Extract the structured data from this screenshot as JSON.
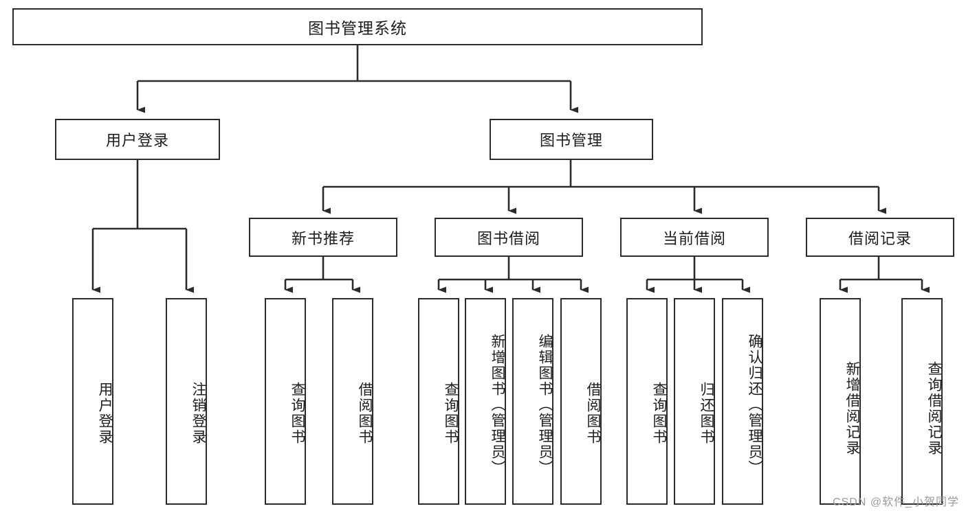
{
  "diagram": {
    "title": "图书管理系统",
    "type": "tree-hierarchy",
    "watermark": "CSDN @软件_小贺同学",
    "colors": {
      "border": "#2b2b2b",
      "text": "#1d1d1d",
      "background": "#ffffff",
      "watermark": "#9a9a9a"
    },
    "levels": {
      "root": {
        "label": "图书管理系统"
      },
      "level2": [
        {
          "label": "用户登录"
        },
        {
          "label": "图书管理"
        }
      ],
      "level3": [
        {
          "label": "新书推荐"
        },
        {
          "label": "图书借阅"
        },
        {
          "label": "当前借阅"
        },
        {
          "label": "借阅记录"
        }
      ],
      "leaves": [
        {
          "label": "用户登录",
          "parent": "用户登录"
        },
        {
          "label": "注销登录",
          "parent": "用户登录"
        },
        {
          "label": "查询图书",
          "parent": "新书推荐"
        },
        {
          "label": "借阅图书",
          "parent": "新书推荐"
        },
        {
          "label": "查询图书",
          "parent": "图书借阅"
        },
        {
          "label": "新增图书（管理员）",
          "parent": "图书借阅"
        },
        {
          "label": "编辑图书（管理员）",
          "parent": "图书借阅"
        },
        {
          "label": "借阅图书",
          "parent": "图书借阅"
        },
        {
          "label": "查询图书",
          "parent": "当前借阅"
        },
        {
          "label": "归还图书",
          "parent": "当前借阅"
        },
        {
          "label": "确认归还（管理员）",
          "parent": "当前借阅"
        },
        {
          "label": "新增借阅记录",
          "parent": "借阅记录"
        },
        {
          "label": "查询借阅记录",
          "parent": "借阅记录"
        }
      ]
    }
  }
}
